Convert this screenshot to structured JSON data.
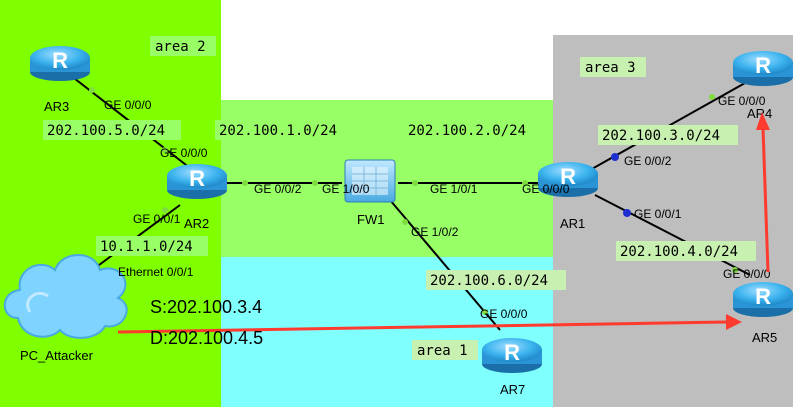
{
  "areas": [
    {
      "label": "area 2",
      "color": "#7FFF00"
    },
    {
      "label": "area 3",
      "color": "#BEBEBE"
    },
    {
      "label": "area 1",
      "color": "#80FFFF"
    },
    {
      "label": "",
      "color": "#99FF66"
    }
  ],
  "subnets": {
    "ar3_ar2": "202.100.5.0/24",
    "ar2_fw1": "202.100.1.0/24",
    "fw1_ar1": "202.100.2.0/24",
    "ar1_ar4": "202.100.3.0/24",
    "ar1_ar5": "202.100.4.0/24",
    "fw1_ar7": "202.100.6.0/24",
    "ar2_pc": "10.1.1.0/24"
  },
  "devices": {
    "ar3": "AR3",
    "ar2": "AR2",
    "fw1": "FW1",
    "ar1": "AR1",
    "ar4": "AR4",
    "ar5": "AR5",
    "ar7": "AR7",
    "pc": "PC_Attacker"
  },
  "interfaces": {
    "ar3_ge000": "GE 0/0/0",
    "ar2_ge000": "GE 0/0/0",
    "ar2_ge002": "GE 0/0/2",
    "ar2_ge001": "GE 0/0/1",
    "pc_eth": "Ethernet 0/0/1",
    "fw1_ge100": "GE 1/0/0",
    "fw1_ge101": "GE 1/0/1",
    "fw1_ge102": "GE 1/0/2",
    "ar1_ge000": "GE 0/0/0",
    "ar1_ge002": "GE 0/0/2",
    "ar1_ge001": "GE 0/0/1",
    "ar4_ge000": "GE 0/0/0",
    "ar5_ge000": "GE 0/0/0",
    "ar7_ge000": "GE 0/0/0"
  },
  "spoof": {
    "source": "S:202.100.3.4",
    "dest": "D:202.100.4.5"
  },
  "colors": {
    "router": "#2EA8E6",
    "link": "#000000",
    "arrow": "#FF3B30",
    "label_bg": "#C8F0B0"
  }
}
